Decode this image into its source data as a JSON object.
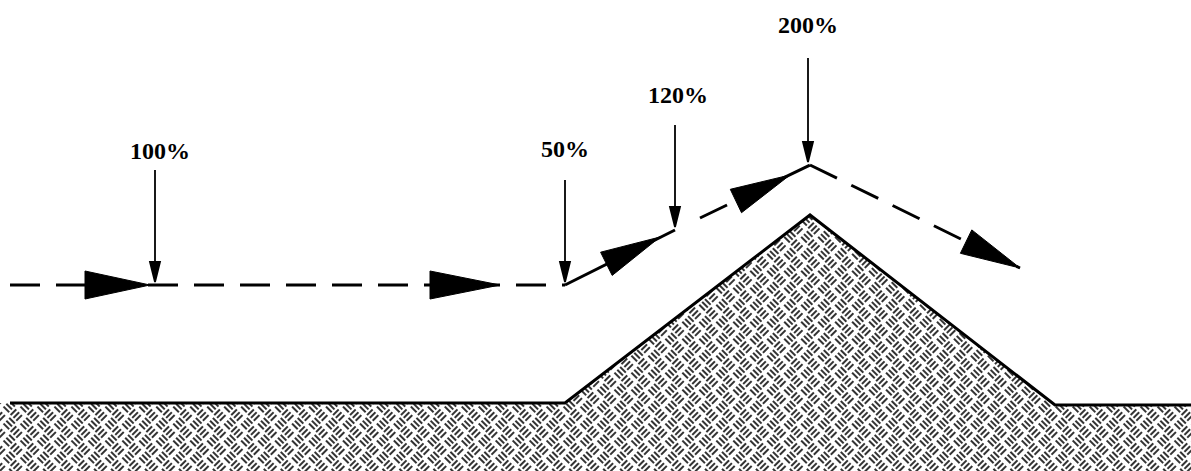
{
  "diagram": {
    "labels": [
      "100%",
      "50%",
      "120%",
      "200%"
    ]
  }
}
